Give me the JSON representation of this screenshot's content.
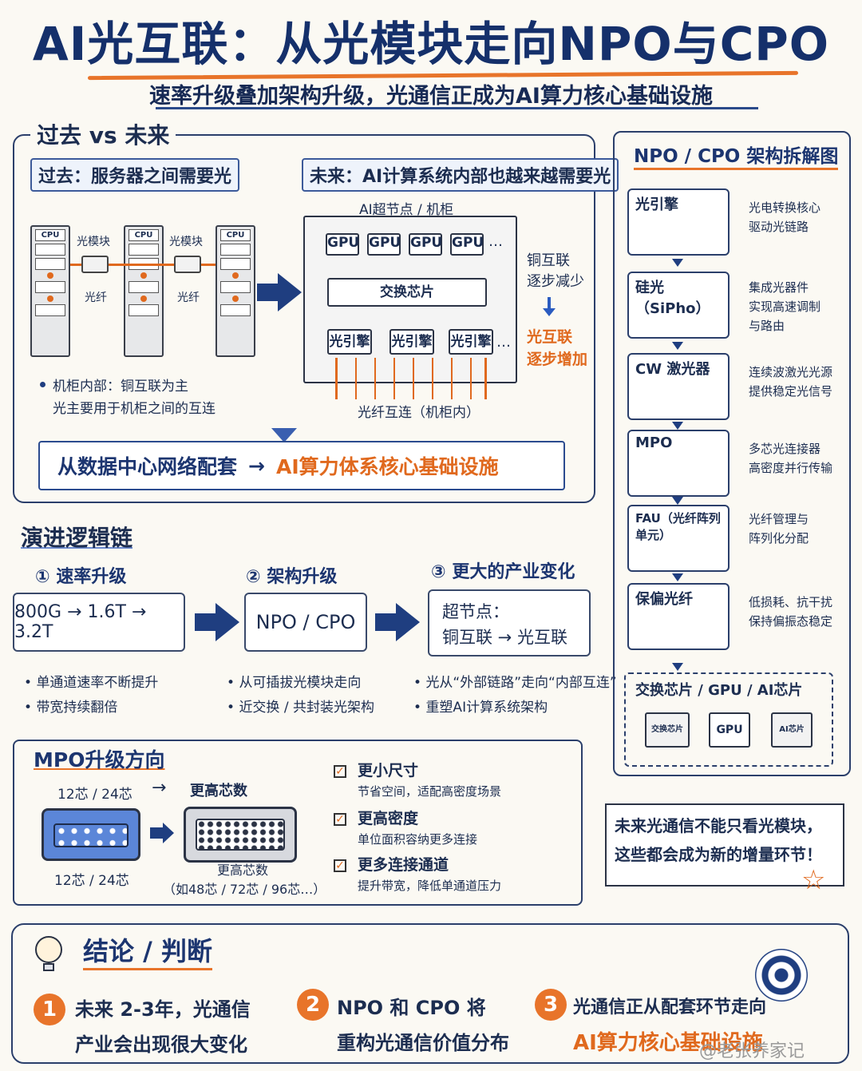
{
  "title": "AI光互联：从光模块走向NPO与CPO",
  "subtitle": "速率升级叠加架构升级，光通信正成为AI算力核心基础设施",
  "past_future": {
    "section_title": "过去 vs 未来",
    "past": {
      "header": "过去：服务器之间需要光",
      "cpu_label": "CPU",
      "module_label": "光模块",
      "fiber_label": "光纤",
      "note_line1": "机柜内部：铜互联为主",
      "note_line2": "光主要用于机柜之间的互连"
    },
    "future": {
      "header": "未来：AI计算系统内部也越来越需要光",
      "node_label": "AI超节点 / 机柜",
      "gpu_label": "GPU",
      "ellipsis": "…",
      "switch_label": "交换芯片",
      "engine_label": "光引擎",
      "copper_note_line1": "铜互联",
      "copper_note_line2": "逐步减少",
      "optical_note_line1": "光互联",
      "optical_note_line2": "逐步增加",
      "fiber_note": "光纤互连（机柜内）"
    },
    "banner_left": "从数据中心网络配套",
    "banner_arrow": "→",
    "banner_right": "AI算力体系核心基础设施"
  },
  "evolution": {
    "section_title": "演进逻辑链",
    "steps": [
      {
        "num": "①",
        "title": "速率升级",
        "box": "800G → 1.6T → 3.2T",
        "bullets": [
          "单通道速率不断提升",
          "带宽持续翻倍"
        ]
      },
      {
        "num": "②",
        "title": "架构升级",
        "box": "NPO / CPO",
        "bullets": [
          "从可插拔光模块走向",
          "近交换 / 共封装光架构"
        ]
      },
      {
        "num": "③",
        "title": "更大的产业变化",
        "box_line1": "超节点：",
        "box_line2": "铜互联 → 光互联",
        "bullets": [
          "光从“外部链路”走向“内部互连”",
          "重塑AI计算系统架构"
        ]
      }
    ]
  },
  "mpo": {
    "section_title": "MPO升级方向",
    "left_top": "12芯 / 24芯",
    "arrow": "→",
    "right_top": "更高芯数",
    "left_bottom": "12芯 / 24芯",
    "right_bottom_line1": "更高芯数",
    "right_bottom_line2": "（如48芯 / 72芯 / 96芯…）",
    "checks": [
      {
        "title": "更小尺寸",
        "desc": "节省空间，适配高密度场景"
      },
      {
        "title": "更高密度",
        "desc": "单位面积容纳更多连接"
      },
      {
        "title": "更多连接通道",
        "desc": "提升带宽，降低单通道压力"
      }
    ]
  },
  "breakdown": {
    "section_title": "NPO / CPO 架构拆解图",
    "items": [
      {
        "label": "光引擎",
        "desc_line1": "光电转换核心",
        "desc_line2": "驱动光链路"
      },
      {
        "label": "硅光（SiPho）",
        "desc_line1": "集成光器件",
        "desc_line2": "实现高速调制",
        "desc_line3": "与路由"
      },
      {
        "label": "CW 激光器",
        "desc_line1": "连续波激光光源",
        "desc_line2": "提供稳定光信号"
      },
      {
        "label": "MPO",
        "desc_line1": "多芯光连接器",
        "desc_line2": "高密度并行传输"
      },
      {
        "label": "FAU（光纤阵列单元）",
        "desc_line1": "光纤管理与",
        "desc_line2": "阵列化分配"
      },
      {
        "label": "保偏光纤",
        "desc_line1": "低损耗、抗干扰",
        "desc_line2": "保持偏振态稳定"
      }
    ],
    "bottom_label": "交换芯片 / GPU / AI芯片",
    "chip_switch": "交换芯片",
    "chip_gpu": "GPU",
    "chip_ai": "AI芯片",
    "note_line1": "未来光通信不能只看光模块，",
    "note_line2": "这些都会成为新的增量环节！"
  },
  "conclusion": {
    "section_title": "结论 / 判断",
    "points": [
      {
        "num": "1",
        "line1": "未来 2-3年，光通信",
        "line2": "产业会出现很大变化"
      },
      {
        "num": "2",
        "line1": "NPO 和 CPO 将",
        "line2": "重构光通信价值分布"
      },
      {
        "num": "3",
        "line1": "光通信正从配套环节走向",
        "line2": "AI算力核心基础设施"
      }
    ]
  },
  "watermark": "@老张养家记"
}
